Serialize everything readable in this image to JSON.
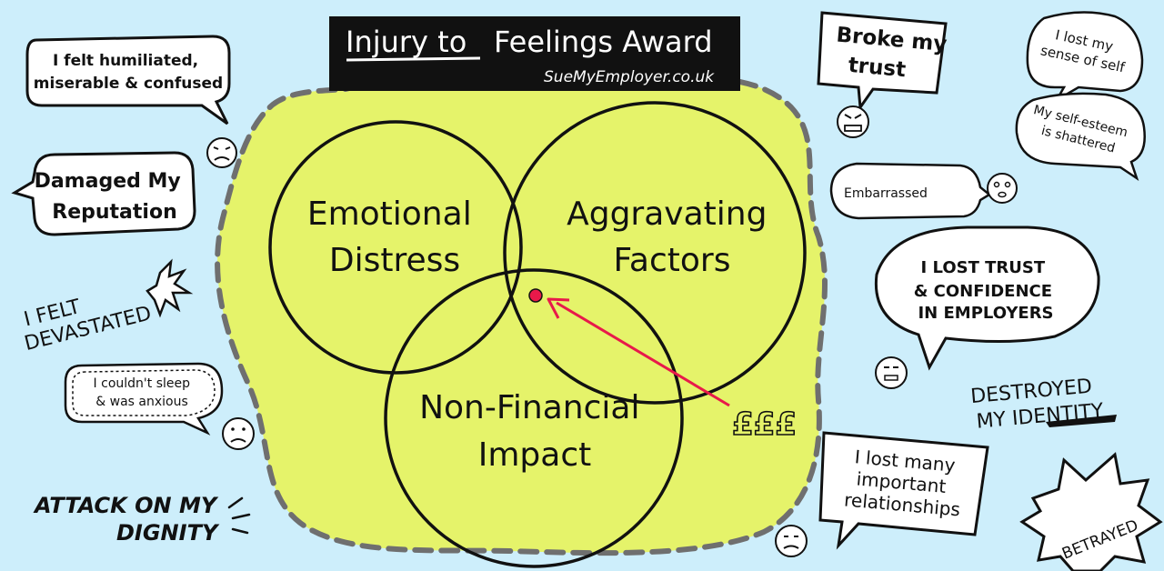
{
  "header": {
    "title_injury": "Injury to",
    "title_feelings": "Feelings Award",
    "site": "SueMyEmployer.co.uk"
  },
  "venn": {
    "emotional": [
      "Emotional",
      "Distress"
    ],
    "aggravating": [
      "Aggravating",
      "Factors"
    ],
    "nonfinancial": [
      "Non-Financial",
      "Impact"
    ]
  },
  "money": "£££",
  "quotes": {
    "humiliated": [
      "I felt humiliated,",
      "miserable & confused"
    ],
    "reputation": [
      "Damaged My",
      "Reputation"
    ],
    "devastated": [
      "I FELT",
      "DEVASTATED"
    ],
    "sleep": [
      "I couldn't sleep",
      "& was anxious"
    ],
    "dignity": [
      "ATTACK ON MY",
      "DIGNITY"
    ],
    "trust": [
      "Broke my",
      "trust"
    ],
    "sense_of_self": [
      "I lost my",
      "sense of self"
    ],
    "self_esteem": [
      "My self-esteem",
      "is shattered"
    ],
    "embarrassed": "Embarrassed",
    "trust_confidence": [
      "I LOST TRUST",
      "& CONFIDENCE",
      "IN EMPLOYERS"
    ],
    "identity": [
      "DESTROYED",
      "MY IDENTITY"
    ],
    "relationships": [
      "I lost many",
      "important",
      "relationships"
    ],
    "betrayed": "BETRAYED"
  },
  "colors": {
    "background": "#cdeefb",
    "blob": "#e5f36a",
    "blob_border": "#6f6f6f",
    "ink": "#111111",
    "arrow": "#e8194a",
    "header_bg": "#111111",
    "header_text": "#ffffff"
  },
  "icons": [
    "sad-face-icon",
    "angry-face-icon",
    "frown-face-icon",
    "burst-icon",
    "speech-bubble-icon",
    "arrow-icon"
  ]
}
